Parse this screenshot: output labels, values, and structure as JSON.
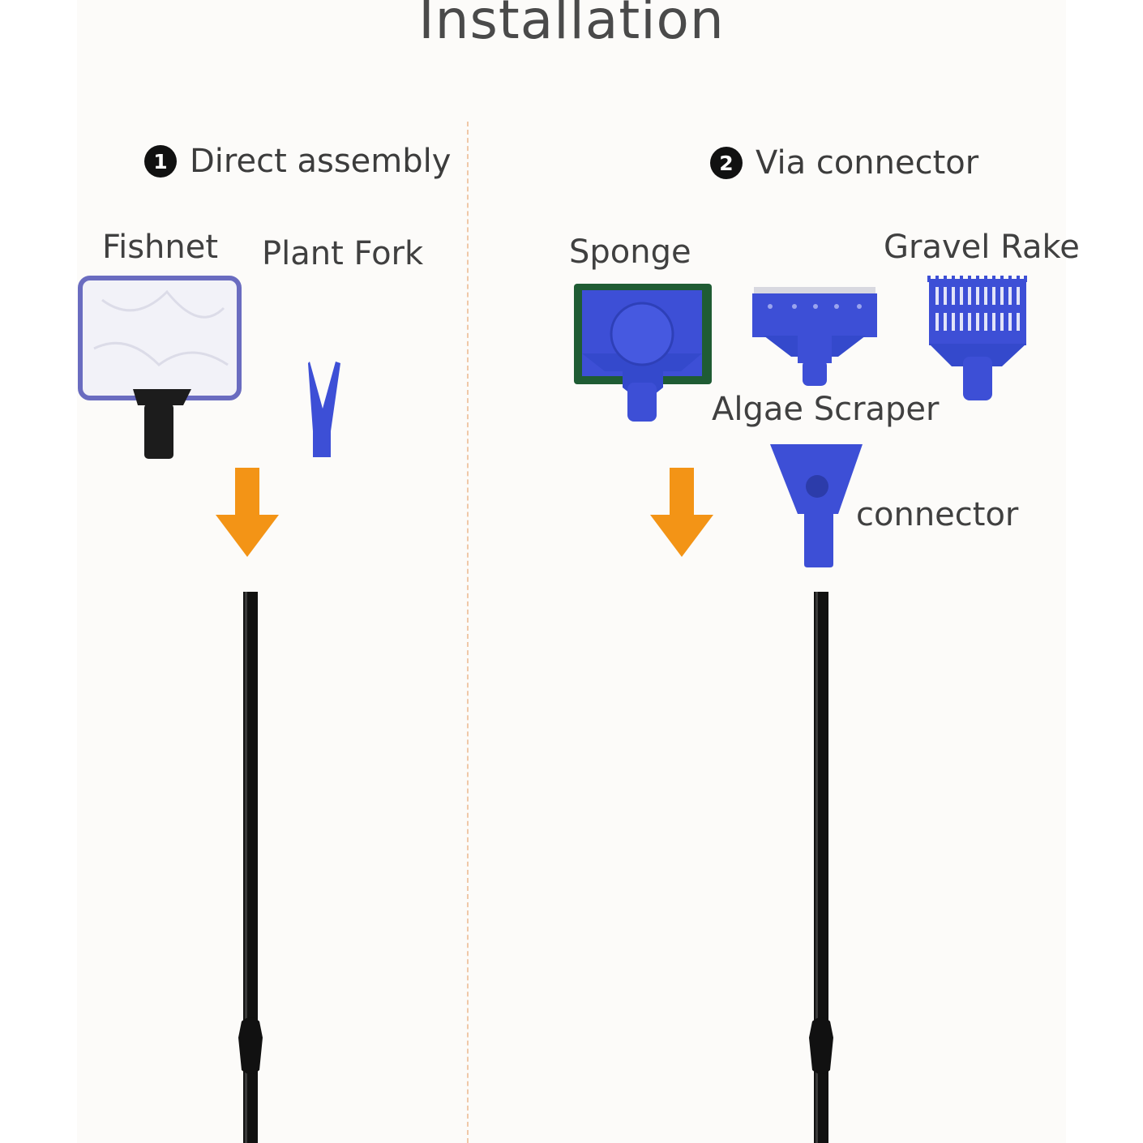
{
  "title": "Installation",
  "steps": [
    {
      "number": "1",
      "label": "Direct assembly"
    },
    {
      "number": "2",
      "label": "Via connector"
    }
  ],
  "parts": {
    "fishnet": "Fishnet",
    "plant_fork": "Plant Fork",
    "sponge": "Sponge",
    "gravel_rake": "Gravel Rake",
    "algae_scraper": "Algae Scraper",
    "connector": "connector"
  },
  "colors": {
    "arrow": "#f39416",
    "tool_blue": "#3d4fd6",
    "pole": "#111111",
    "sponge_green": "#1f5c34",
    "divider": "#f0c8a8"
  }
}
